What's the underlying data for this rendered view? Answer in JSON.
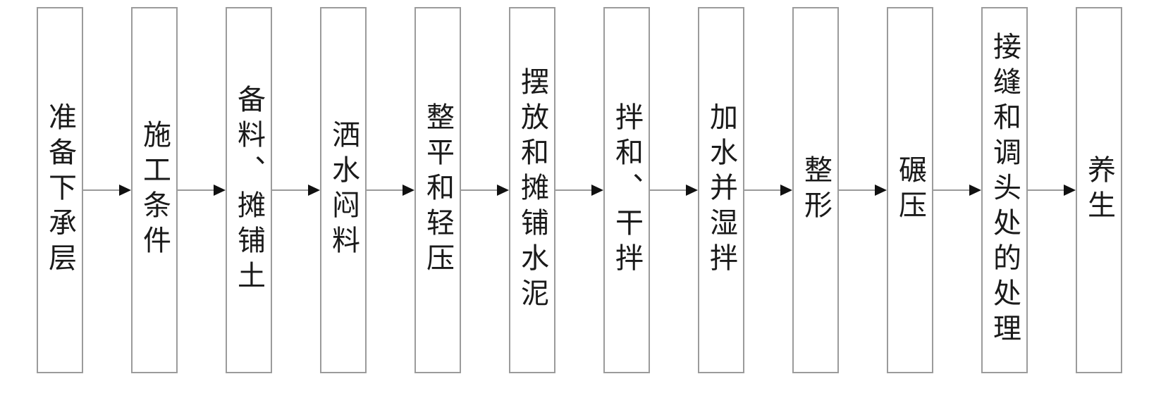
{
  "flowchart": {
    "type": "process-flow",
    "direction": "left-to-right",
    "colors": {
      "background": "#ffffff",
      "box_border": "#9b9b9b",
      "text": "#1a1a1a",
      "arrow_shaft": "#9a9a9a",
      "arrow_head": "#111111"
    },
    "steps": [
      {
        "label": "准备下承层"
      },
      {
        "label": "施工条件"
      },
      {
        "label": "备料、摊铺土"
      },
      {
        "label": "洒水闷料"
      },
      {
        "label": "整平和轻压"
      },
      {
        "label": "摆放和摊铺水泥"
      },
      {
        "label": "拌和、干拌"
      },
      {
        "label": "加水并湿拌"
      },
      {
        "label": "整形"
      },
      {
        "label": "碾压"
      },
      {
        "label": "接缝和调头处的处理"
      },
      {
        "label": "养生"
      }
    ]
  }
}
